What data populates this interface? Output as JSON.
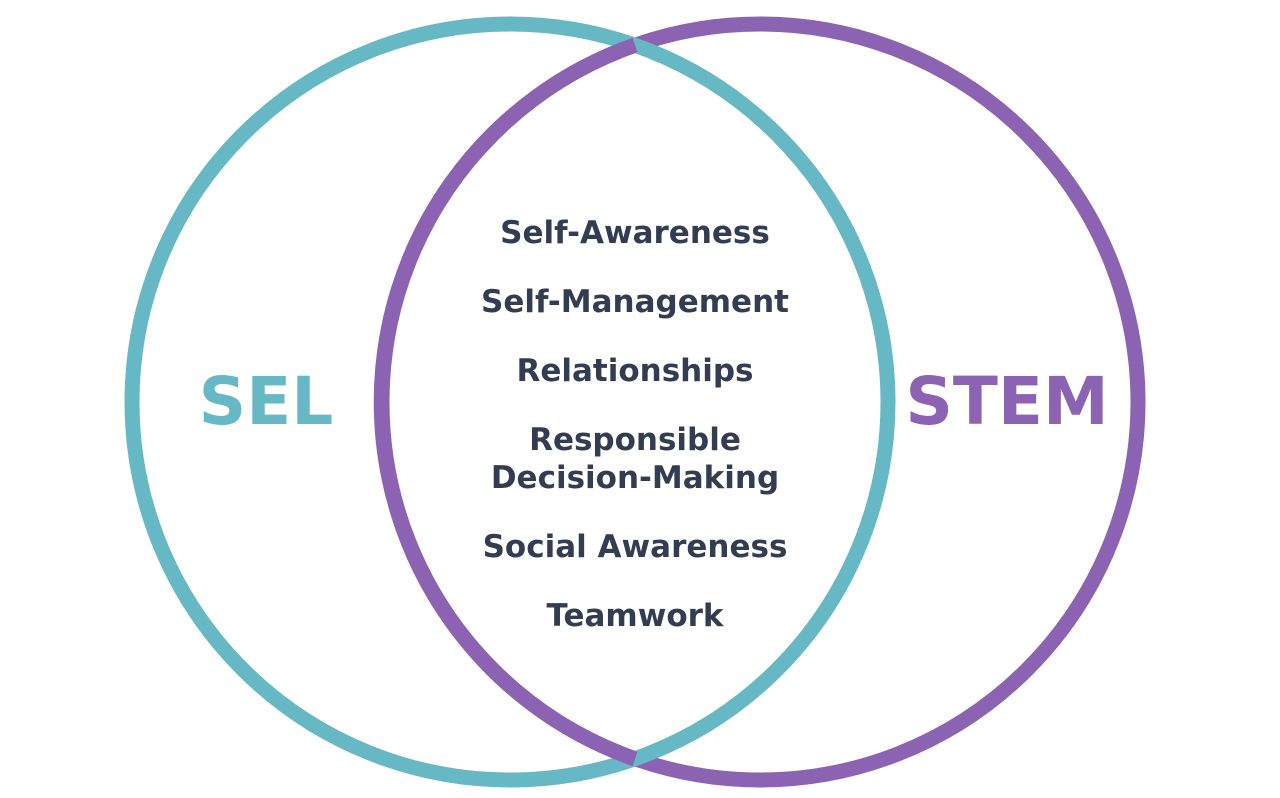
{
  "diagram": {
    "sets": [
      {
        "label": "SEL",
        "color": "#67b8c5"
      },
      {
        "label": "STEM",
        "color": "#8c62b2"
      }
    ],
    "overlap_items": [
      "Self-Awareness",
      "Self-Management",
      "Relationships",
      "Responsible\nDecision-Making",
      "Social Awareness",
      "Teamwork"
    ],
    "text_color": "#333d52"
  }
}
